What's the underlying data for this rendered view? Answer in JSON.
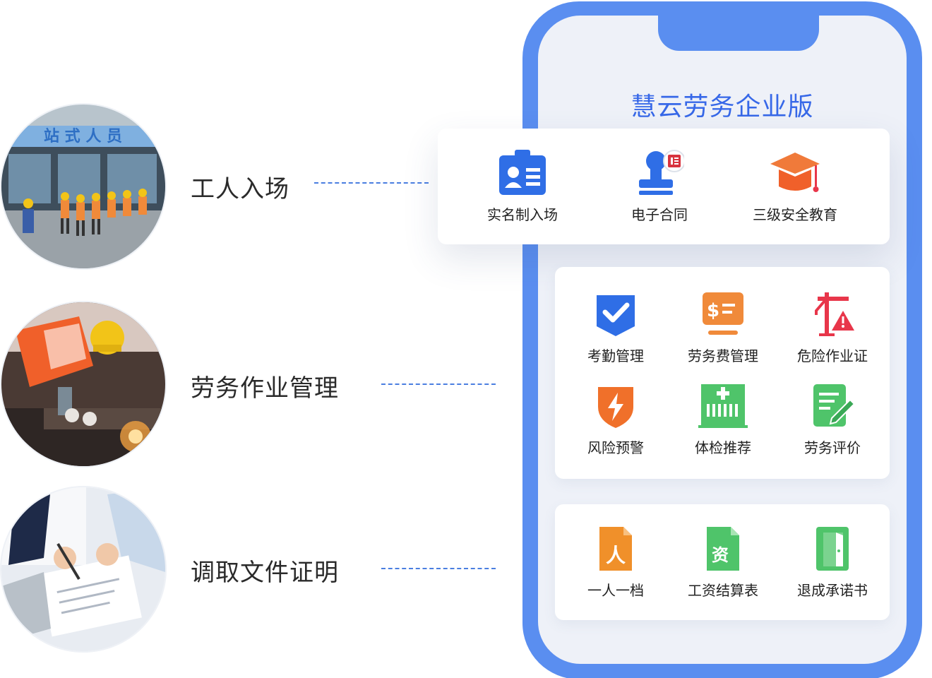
{
  "features": [
    {
      "label": "工人入场",
      "photo": "workers-entering-site-photo"
    },
    {
      "label": "劳务作业管理",
      "photo": "welder-working-photo"
    },
    {
      "label": "调取文件证明",
      "photo": "signing-documents-photo"
    }
  ],
  "phone": {
    "title": "慧云劳务企业版",
    "entry": [
      {
        "label": "实名制入场",
        "icon": "id-card-icon"
      },
      {
        "label": "电子合同",
        "icon": "stamp-icon"
      },
      {
        "label": "三级安全教育",
        "icon": "graduation-cap-icon"
      }
    ],
    "management": [
      {
        "label": "考勤管理",
        "icon": "attendance-check-icon"
      },
      {
        "label": "劳务费管理",
        "icon": "labor-fee-icon"
      },
      {
        "label": "危险作业证",
        "icon": "crane-warning-icon"
      },
      {
        "label": "风险预警",
        "icon": "lightning-shield-icon"
      },
      {
        "label": "体检推荐",
        "icon": "hospital-icon"
      },
      {
        "label": "劳务评价",
        "icon": "evaluation-edit-icon"
      }
    ],
    "documents": [
      {
        "label": "一人一档",
        "icon": "person-file-icon"
      },
      {
        "label": "工资结算表",
        "icon": "salary-file-icon"
      },
      {
        "label": "退成承诺书",
        "icon": "exit-door-icon"
      }
    ]
  },
  "colors": {
    "brand_blue": "#3768e8",
    "phone_frame": "#5a8ef0",
    "screen_bg": "#eef1f8",
    "orange": "#f08a3a",
    "red": "#e8364a",
    "green": "#4fc46a"
  }
}
